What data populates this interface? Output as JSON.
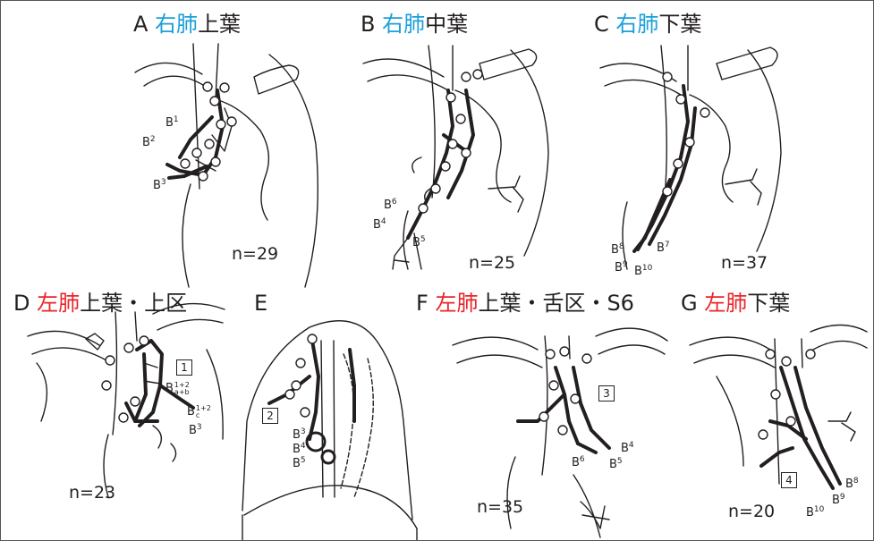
{
  "panels": [
    {
      "letter": "A",
      "side": "右肺",
      "lobe": "上葉",
      "n": "n=29"
    },
    {
      "letter": "B",
      "side": "右肺",
      "lobe": "中葉",
      "n": "n=25"
    },
    {
      "letter": "C",
      "side": "右肺",
      "lobe": "下葉",
      "n": "n=37"
    },
    {
      "letter": "D",
      "side": "左肺",
      "lobe": "上葉・上区",
      "n": "n=23"
    },
    {
      "letter": "E",
      "side": "",
      "lobe": "",
      "n": ""
    },
    {
      "letter": "F",
      "side": "左肺",
      "lobe": "上葉・舌区・S6",
      "n": "n=35"
    },
    {
      "letter": "G",
      "side": "左肺",
      "lobe": "下葉",
      "n": "n=20"
    }
  ],
  "colors": {
    "right_lung": "#1ba0d8",
    "left_lung": "#e8262a",
    "ink": "#231f20"
  },
  "labels": {
    "B": "B",
    "sup": {
      "1": "1",
      "2": "2",
      "3": "3",
      "4": "4",
      "5": "5",
      "6": "6",
      "7": "7",
      "8": "8",
      "9": "9",
      "10": "10",
      "1p2": "1+2"
    },
    "sub": {
      "ab": "a+b",
      "c": "c"
    }
  },
  "boxes": [
    "1",
    "2",
    "3",
    "4"
  ]
}
